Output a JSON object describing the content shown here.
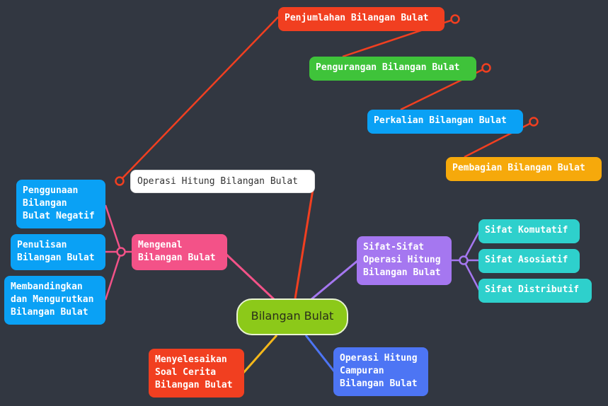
{
  "root": {
    "label": "Bilangan Bulat"
  },
  "operasi": {
    "label": "Operasi Hitung Bilangan Bulat",
    "children": [
      "Penjumlahan Bilangan Bulat",
      "Pengurangan Bilangan Bulat",
      "Perkalian Bilangan Bulat",
      "Pembagian Bilangan Bulat"
    ]
  },
  "mengenal": {
    "label": "Mengenal\nBilangan Bulat",
    "children": [
      "Penggunaan\nBilangan\nBulat Negatif",
      "Penulisan\nBilangan Bulat",
      "Membandingkan\ndan Mengurutkan\nBilangan Bulat"
    ]
  },
  "sifat": {
    "label": "Sifat-Sifat\nOperasi Hitung\nBilangan Bulat",
    "children": [
      "Sifat Komutatif",
      "Sifat Asosiatif",
      "Sifat Distributif"
    ]
  },
  "campuran": {
    "label": "Operasi Hitung\nCampuran\nBilangan Bulat"
  },
  "soal": {
    "label": "Menyelesaikan\nSoal Cerita\nBilangan Bulat"
  },
  "colors": {
    "red": "#f13f20",
    "green": "#3fc33a",
    "blue": "#0aa1f5",
    "orange": "#f6a90b",
    "pink": "#f35288",
    "purple": "#a577f0",
    "teal": "#2ed0cc",
    "royal": "#4d75f4",
    "yellow": "#f5b81a",
    "root": "#8cc919",
    "background": "#323741"
  }
}
